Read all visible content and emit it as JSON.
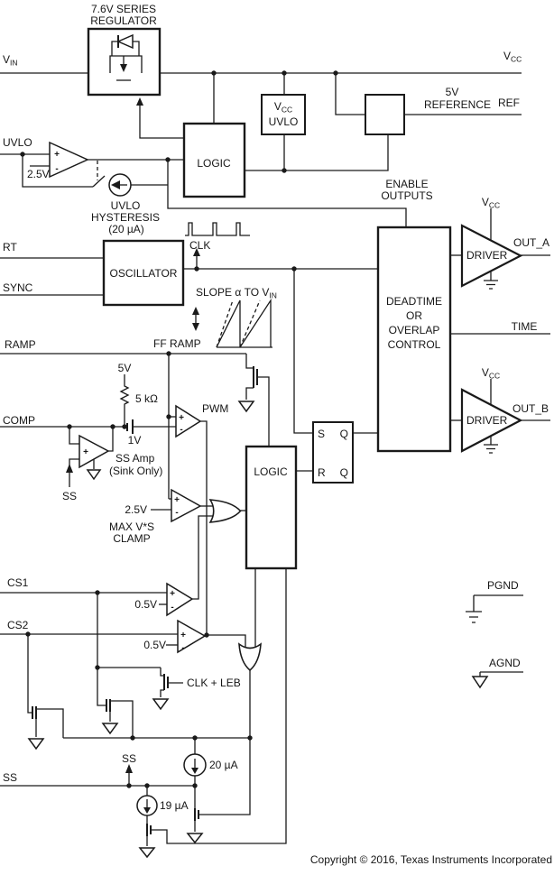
{
  "colors": {
    "line": "#1a1a1a",
    "background": "#ffffff"
  },
  "labels": {
    "plus": "+",
    "minus": "-",
    "vin": {
      "base": "V",
      "sub": "IN"
    },
    "vcc": {
      "base": "V",
      "sub": "CC"
    },
    "regulator": {
      "l1": "7.6V SERIES",
      "l2": "REGULATOR"
    },
    "logic_top": "LOGIC",
    "vcc_uvlo_l2": "UVLO",
    "reference": {
      "l1": "5V",
      "l2": "REFERENCE"
    },
    "ref_pin": "REF",
    "uvlo_pin": "UVLO",
    "uvlo_threshold": "2.5V",
    "hysteresis": {
      "l1": "UVLO",
      "l2": "HYSTERESIS",
      "l3": "(20 µA)"
    },
    "rt": "RT",
    "sync": "SYNC",
    "oscillator": "OSCILLATOR",
    "clk": "CLK",
    "enable": {
      "l1": "ENABLE",
      "l2": "OUTPUTS"
    },
    "slope": {
      "base": "SLOPE α  TO V",
      "sub": "IN"
    },
    "ramp": "RAMP",
    "ff_ramp": "FF RAMP",
    "rail_5v": "5V",
    "r_5k": "5 kΩ",
    "offset_1v": "1V",
    "comp": "COMP",
    "pwm": "PWM",
    "ss_amp": {
      "l1": "SS Amp",
      "l2": "(Sink Only)"
    },
    "ss": "SS",
    "clamp": {
      "ref": "2.5V",
      "l1": "MAX V*S",
      "l2": "CLAMP"
    },
    "deadtime": {
      "l1": "DEADTIME",
      "l2": "OR",
      "l3": "OVERLAP",
      "l4": "CONTROL"
    },
    "driver": "DRIVER",
    "out_a": "OUT_A",
    "out_b": "OUT_B",
    "time": "TIME",
    "ff": {
      "s": "S",
      "r": "R",
      "q": "Q",
      "qb": "Q"
    },
    "logic_pwm": "LOGIC",
    "cs1": "CS1",
    "cs2": "CS2",
    "cs_threshold": "0.5V",
    "clk_leb": "CLK + LEB",
    "i_20ua": "20 µA",
    "i_19ua": "19 µA",
    "pgnd": "PGND",
    "agnd": "AGND",
    "copyright": "Copyright © 2016, Texas Instruments Incorporated"
  }
}
